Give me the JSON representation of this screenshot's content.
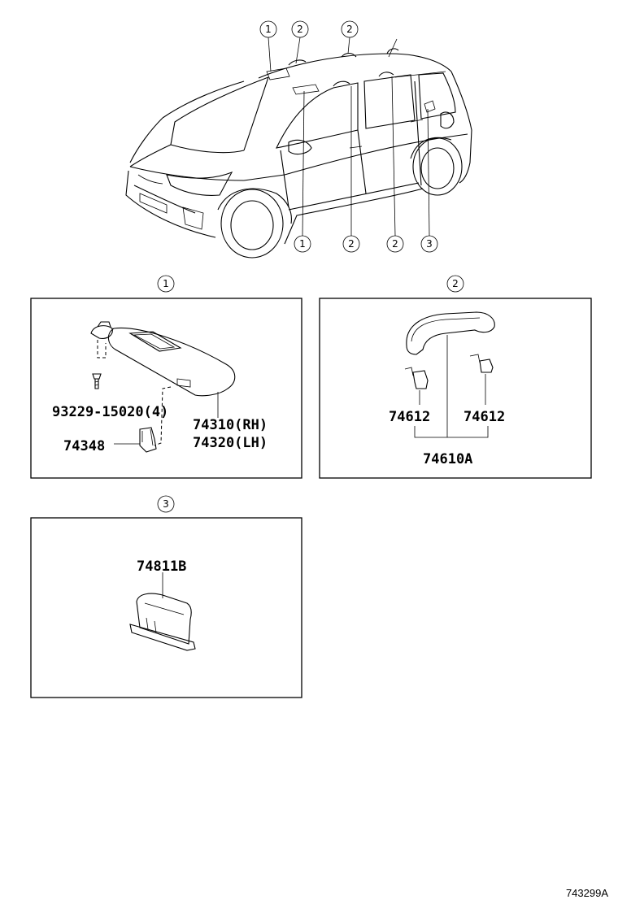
{
  "callouts": {
    "c1": "1",
    "c2": "2",
    "c3": "3"
  },
  "panel1": {
    "screw_part": "93229-15020(4)",
    "visor_rh": "74310(RH)",
    "visor_lh": "74320(LH)",
    "holder_part": "74348"
  },
  "panel2": {
    "clip_left": "74612",
    "clip_right": "74612",
    "grip_assy": "74610A"
  },
  "panel3": {
    "lamp_part": "74811B"
  },
  "figure_number": "743299A"
}
